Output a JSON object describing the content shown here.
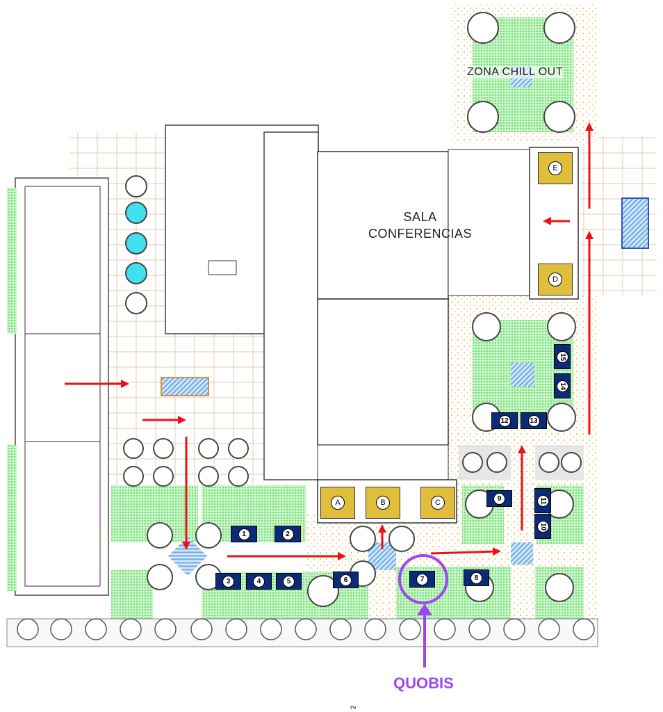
{
  "rooms": {
    "conference_hall": "SALA\nCONFERENCIAS",
    "conference_line1": "SALA",
    "conference_line2": "CONFERENCIAS",
    "chill_out": "ZONA CHILL OUT"
  },
  "booths": [
    "1",
    "2",
    "3",
    "4",
    "5",
    "6",
    "7",
    "8",
    "9",
    "10",
    "11",
    "12",
    "13",
    "14",
    "15"
  ],
  "stands": [
    "A",
    "B",
    "C",
    "D",
    "E"
  ],
  "highlight": {
    "label": "QUOBIS",
    "booth": "7",
    "color": "#a046f0"
  },
  "page_number": "2",
  "colors": {
    "booth": "#0d2a78",
    "stand": "#e0be3c",
    "arrow": "#ee1111",
    "green": "#9be89b",
    "water": "#8cc8f0"
  }
}
